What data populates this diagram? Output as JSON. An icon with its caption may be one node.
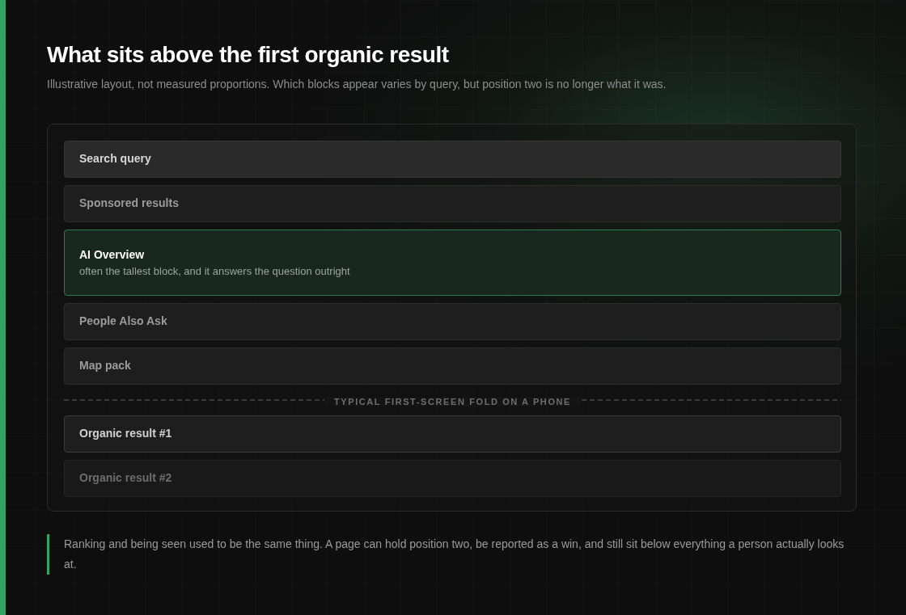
{
  "diagram": {
    "title": "What sits above the first organic result",
    "caption": "Ranking and being seen used to be the same thing. A page can hold position two, be reported as a win, and still sit below everything a person actually looks at.",
    "nodes": [
      {
        "text": [],
        "shape": "box"
      },
      {
        "text": [
          "Search query"
        ],
        "in": 0
      },
      {
        "text": [
          "Sponsored results"
        ],
        "in": 0
      },
      {
        "text": [
          "AI Overview",
          "often the tallest block, and it answers the question outright"
        ],
        "in": 0
      },
      {
        "text": [
          "People Also Ask"
        ],
        "in": 0
      },
      {
        "text": [
          "Map pack"
        ],
        "in": 0
      },
      {
        "text": [
          "Organic result #1"
        ],
        "in": 0
      },
      {
        "text": [
          "Organic result #2"
        ],
        "in": 0
      }
    ],
    "edges": [],
    "labels": [
      "Illustrative layout, not measured proportions. Which blocks appear varies by query, but position two is no longer what it was.",
      "TYPICAL FIRST-SCREEN FOLD ON A PHONE"
    ]
  }
}
